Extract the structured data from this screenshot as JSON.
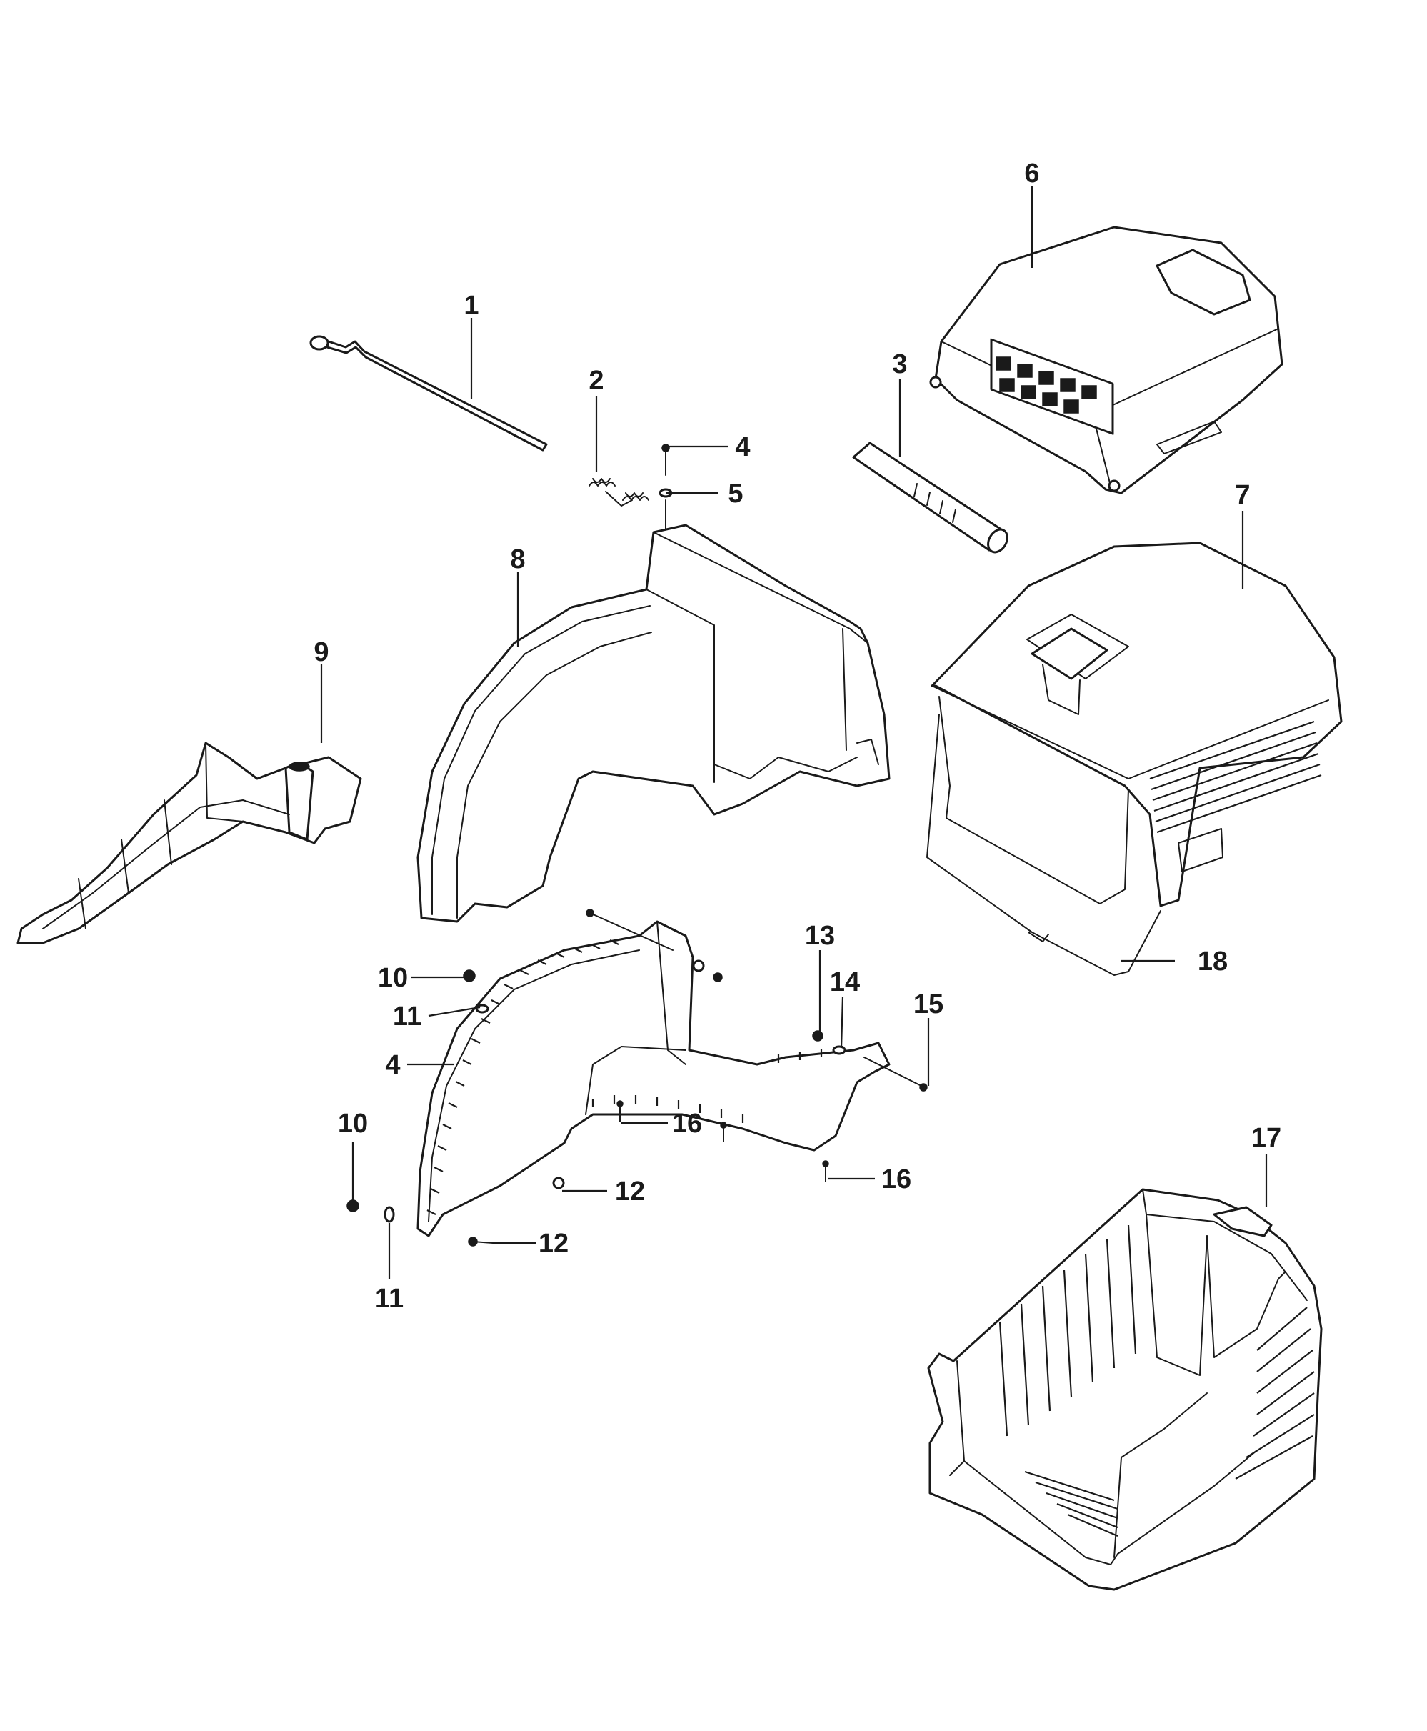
{
  "callouts": [
    {
      "id": "c1",
      "label": "1"
    },
    {
      "id": "c2",
      "label": "2"
    },
    {
      "id": "c3",
      "label": "3"
    },
    {
      "id": "c4a",
      "label": "4"
    },
    {
      "id": "c4b",
      "label": "4"
    },
    {
      "id": "c5",
      "label": "5"
    },
    {
      "id": "c6",
      "label": "6"
    },
    {
      "id": "c7",
      "label": "7"
    },
    {
      "id": "c8",
      "label": "8"
    },
    {
      "id": "c9",
      "label": "9"
    },
    {
      "id": "c10a",
      "label": "10"
    },
    {
      "id": "c10b",
      "label": "10"
    },
    {
      "id": "c11a",
      "label": "11"
    },
    {
      "id": "c11b",
      "label": "11"
    },
    {
      "id": "c12a",
      "label": "12"
    },
    {
      "id": "c12b",
      "label": "12"
    },
    {
      "id": "c13",
      "label": "13"
    },
    {
      "id": "c14",
      "label": "14"
    },
    {
      "id": "c15",
      "label": "15"
    },
    {
      "id": "c16a",
      "label": "16"
    },
    {
      "id": "c16b",
      "label": "16"
    },
    {
      "id": "c17",
      "label": "17"
    },
    {
      "id": "c18",
      "label": "18"
    }
  ]
}
